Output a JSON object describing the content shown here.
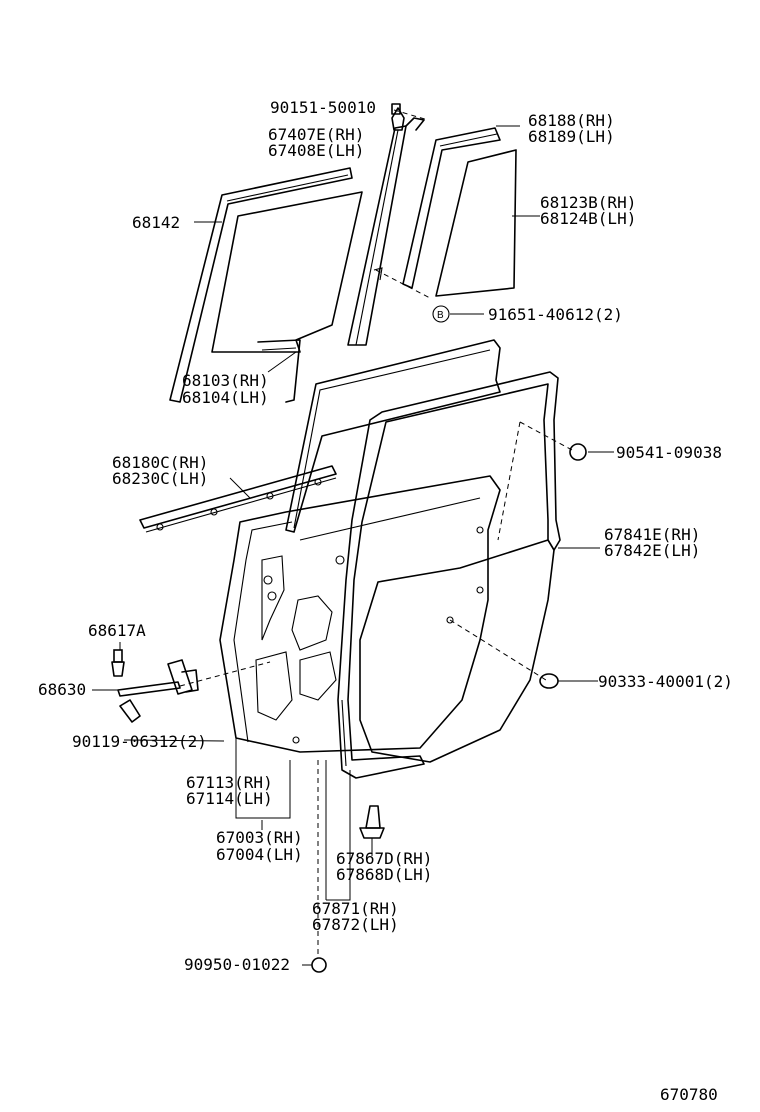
{
  "diagram": {
    "code": "670780",
    "labels": {
      "l90151": "90151-50010",
      "l67407": "67407E(RH)",
      "l67408": "67408E(LH)",
      "l68188": "68188(RH)",
      "l68189": "68189(LH)",
      "l68142": "68142",
      "l68123": "68123B(RH)",
      "l68124": "68124B(LH)",
      "l91651": "91651-40612(2)",
      "l91651_mark": "B",
      "l68103": "68103(RH)",
      "l68104": "68104(LH)",
      "l68180": "68180C(RH)",
      "l68230": "68230C(LH)",
      "l90541": "90541-09038",
      "l67841": "67841E(RH)",
      "l67842": "67842E(LH)",
      "l68617": "68617A",
      "l68630": "68630",
      "l90333": "90333-40001(2)",
      "l90119": "90119-06312(2)",
      "l67113": "67113(RH)",
      "l67114": "67114(LH)",
      "l67003": "67003(RH)",
      "l67004": "67004(LH)",
      "l67867": "67867D(RH)",
      "l67868": "67868D(LH)",
      "l67871": "67871(RH)",
      "l67872": "67872(LH)",
      "l90950": "90950-01022"
    }
  }
}
